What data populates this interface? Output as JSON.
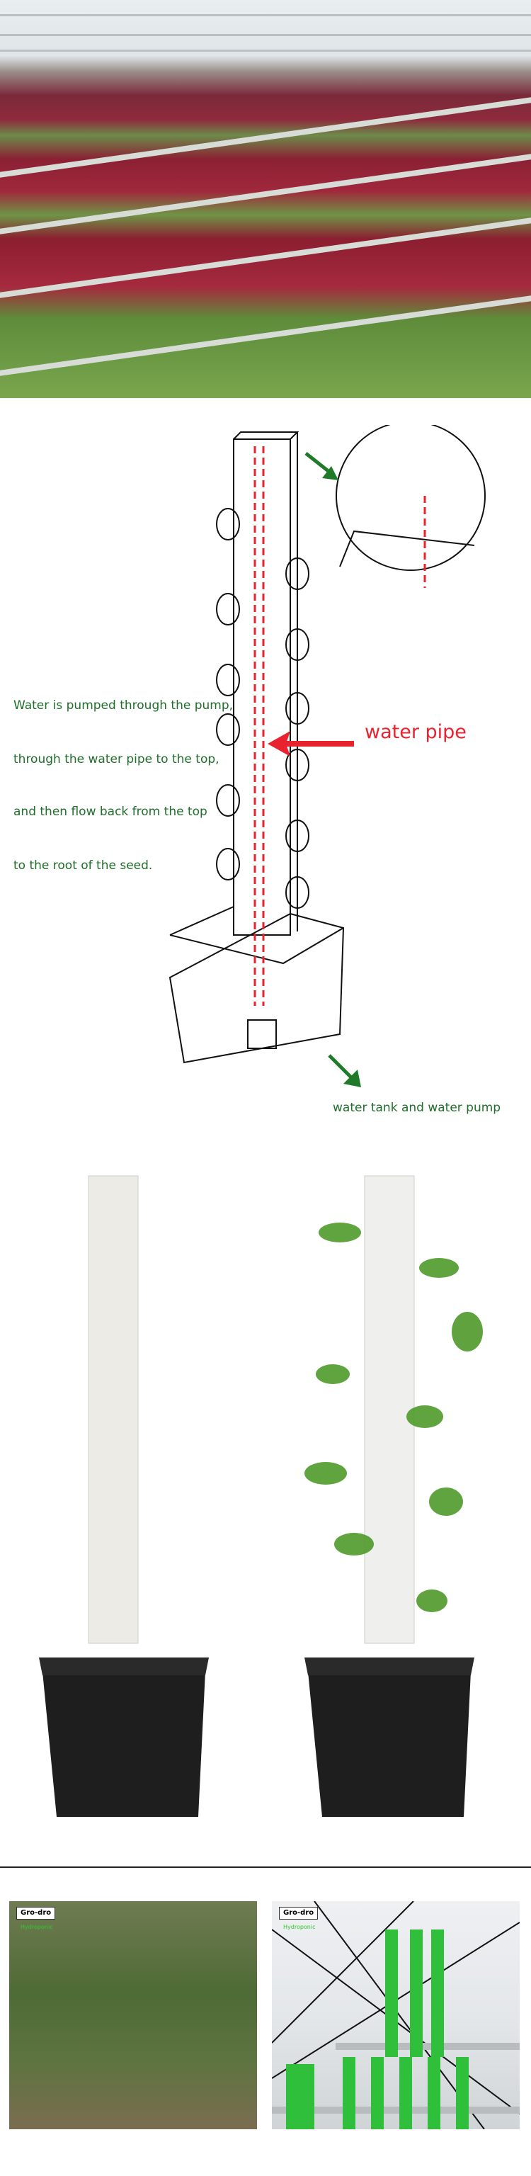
{
  "diagram": {
    "description_lines": [
      "Water is pumped through the pump,",
      "through the water pipe to the top,",
      "and then flow back from the top",
      "to the root of the seed."
    ],
    "water_pipe_label": "water pipe",
    "tank_label": "water tank and water pump",
    "colors": {
      "text_green": "#1f6e2a",
      "pipe_red": "#e8232f"
    }
  },
  "logo": {
    "brand": "Gro-dro",
    "tagline": "Hydroponic"
  }
}
